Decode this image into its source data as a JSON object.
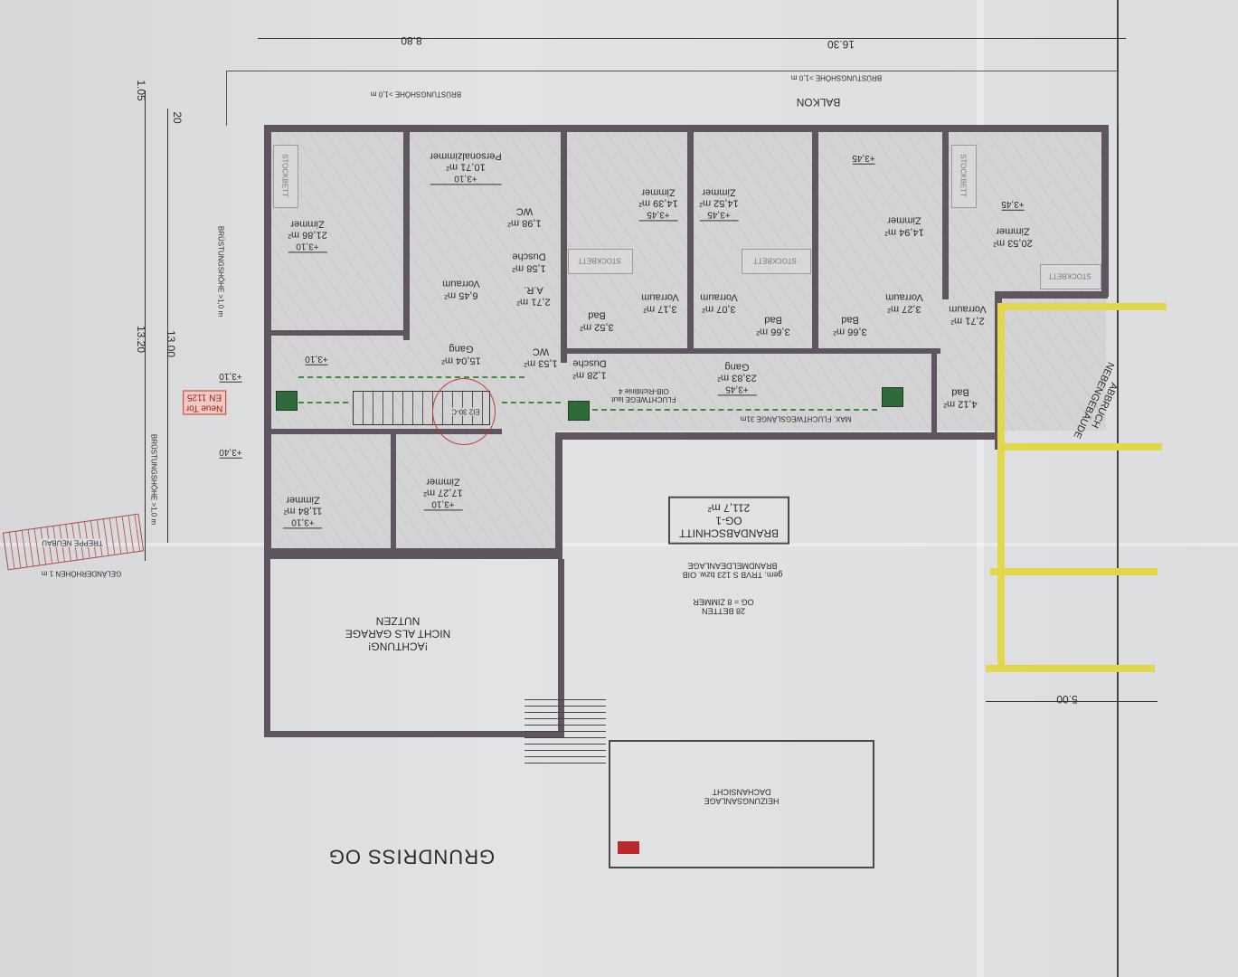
{
  "title": "GRUNDRISS OG",
  "dimensions": {
    "top_left": "8.80",
    "top_right": "16.30",
    "left_a": "1.05",
    "left_b": "20",
    "left_c": "13.00",
    "left_d": "13.20",
    "right_bottom": "5.00"
  },
  "notes": {
    "balkon": "BALKON",
    "bruestung": "BRÜSTUNGSHÖHE >1,0 m",
    "neue_tor_1": "Neue Tor",
    "neue_tor_2": "EN 1125",
    "treppe": "TREPPE NEUBAU",
    "gelaender": "GELÄNDERHÖHEN 1 m",
    "abbruch_1": "ABBRUCH",
    "abbruch_2": "NEBENGEBÄUDE",
    "dach_1": "DACHANSICHT",
    "dach_2": "HEIZUNGSANLAGE",
    "achtung_1": "!ACHTUNG!",
    "achtung_2": "NICHT ALS GARAGE",
    "achtung_3": "NUTZEN",
    "brand_1": "BRANDABSCHNITT",
    "brand_2": "OG-1",
    "brand_3": "211,7 m²",
    "bma_1": "BRANDMELDEANLAGE",
    "bma_2": "gem. TRVB S 123 bzw. OIB",
    "og_1": "OG = 8 ZIMMER",
    "og_2": "28 BETTEN",
    "flucht_max": "MAX. FLUCHTWEGSLÄNGE 31m",
    "flucht_1": "FLUCHTWEGE laut",
    "flucht_2": "OIB-Richtlinie 4",
    "door": "EI2 30-C",
    "stockbett": "STOCKBETT"
  },
  "rooms": [
    {
      "name": "Zimmer",
      "area": "21,86 m²",
      "level": "+3,10"
    },
    {
      "name": "Personalzimmer",
      "area": "10,71 m²",
      "level": "+3,10"
    },
    {
      "name": "WC",
      "area": "1,98 m²"
    },
    {
      "name": "Dusche",
      "area": "1,58 m²"
    },
    {
      "name": "Vorraum",
      "area": "6,45 m²"
    },
    {
      "name": "A.R.",
      "area": "2,71 m²"
    },
    {
      "name": "Gang",
      "area": "15,04 m²"
    },
    {
      "name": "WC",
      "area": "1,53 m²"
    },
    {
      "name": "Dusche",
      "area": "1,28 m²"
    },
    {
      "name": "Zimmer",
      "area": "14,39 m²",
      "level": "+3,45"
    },
    {
      "name": "Bad",
      "area": "3,52 m²"
    },
    {
      "name": "Vorraum",
      "area": "3,17 m²"
    },
    {
      "name": "Zimmer",
      "area": "14,52 m²",
      "level": "+3,45"
    },
    {
      "name": "Vorraum",
      "area": "3,07 m²"
    },
    {
      "name": "Bad",
      "area": "3,66 m²"
    },
    {
      "name": "Zimmer",
      "area": "14,94 m²",
      "level": "+3,45"
    },
    {
      "name": "Bad",
      "area": "3,66 m²"
    },
    {
      "name": "Vorraum",
      "area": "3,27 m²"
    },
    {
      "name": "Vorraum",
      "area": "2,71 m²"
    },
    {
      "name": "Zimmer",
      "area": "20,53 m²",
      "level": "+3,45"
    },
    {
      "name": "Bad",
      "area": "4,12 m²"
    },
    {
      "name": "Gang",
      "area": "23,83 m²",
      "level": "+3,45"
    },
    {
      "name": "Zimmer",
      "area": "11,84 m²",
      "level": "+3,10"
    },
    {
      "name": "Zimmer",
      "area": "17,27 m²",
      "level": "+3,10"
    }
  ],
  "levels": {
    "gang": "+3,10",
    "outside": "+3,10",
    "terrace": "+3,40"
  },
  "colors": {
    "wall": "#5e5560",
    "escape": "#3f8b3f",
    "demolition": "#e2d64a",
    "marker": "#c0392b"
  }
}
